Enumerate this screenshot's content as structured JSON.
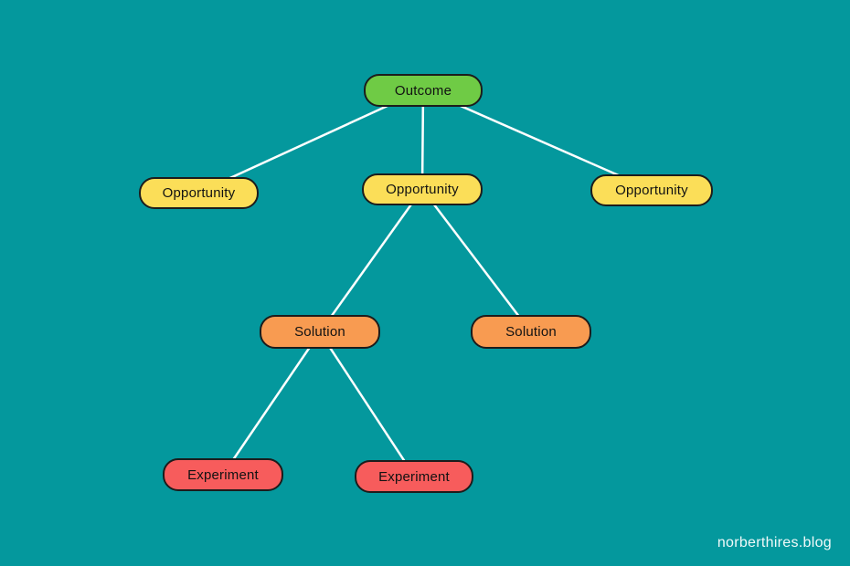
{
  "canvas": {
    "background_color": "#04989D",
    "edge_color": "#FFFFFF",
    "node_border_color": "#1C1C1C",
    "watermark": "norberthires.blog"
  },
  "nodes": [
    {
      "id": "outcome",
      "label": "Outcome",
      "fill": "#6FCB45"
    },
    {
      "id": "opportunity-1",
      "label": "Opportunity",
      "fill": "#FBDE58"
    },
    {
      "id": "opportunity-2",
      "label": "Opportunity",
      "fill": "#FBDE58"
    },
    {
      "id": "opportunity-3",
      "label": "Opportunity",
      "fill": "#FBDE58"
    },
    {
      "id": "solution-1",
      "label": "Solution",
      "fill": "#F89B51"
    },
    {
      "id": "solution-2",
      "label": "Solution",
      "fill": "#F89B51"
    },
    {
      "id": "experiment-1",
      "label": "Experiment",
      "fill": "#F75C5C"
    },
    {
      "id": "experiment-2",
      "label": "Experiment",
      "fill": "#F75C5C"
    }
  ],
  "edges": [
    {
      "from": "outcome",
      "to": "opportunity-1"
    },
    {
      "from": "outcome",
      "to": "opportunity-2"
    },
    {
      "from": "outcome",
      "to": "opportunity-3"
    },
    {
      "from": "opportunity-2",
      "to": "solution-1"
    },
    {
      "from": "opportunity-2",
      "to": "solution-2"
    },
    {
      "from": "solution-1",
      "to": "experiment-1"
    },
    {
      "from": "solution-1",
      "to": "experiment-2"
    }
  ]
}
